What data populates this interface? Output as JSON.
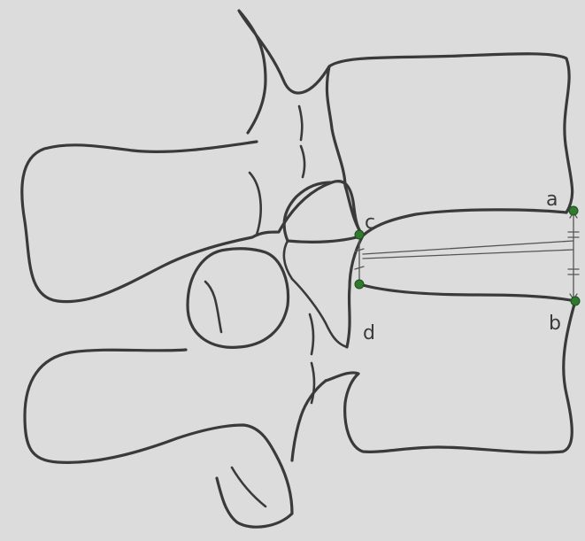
{
  "labels": {
    "a": "a",
    "b": "b",
    "c": "c",
    "d": "d"
  },
  "colors": {
    "paper": "#dcdcdc",
    "ink": "#3a3a3a",
    "point": "#2f7a2f"
  }
}
